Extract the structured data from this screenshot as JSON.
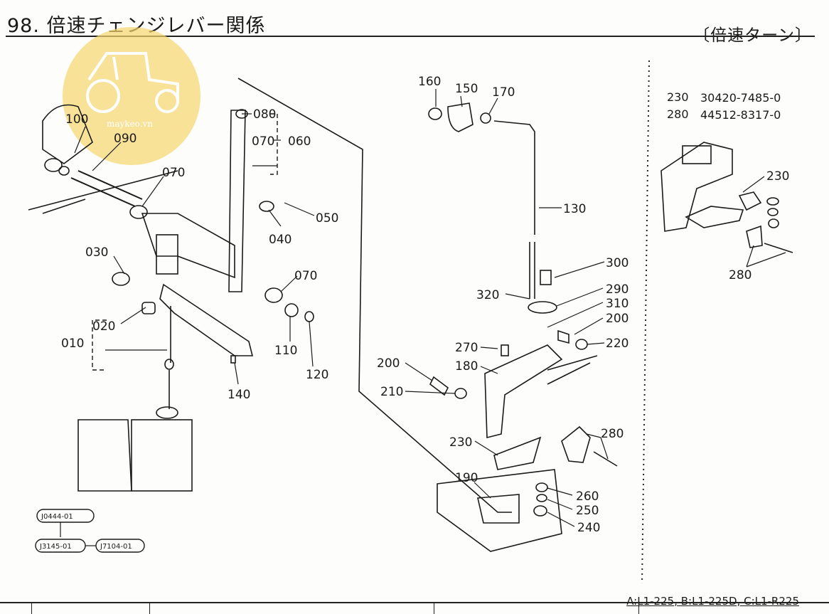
{
  "page": {
    "title": "98. 倍速チェンジレバー関係",
    "subtitle": "〔倍速ターン〕",
    "footnote": "A:L1-225, B:L1-225D, C:L1-R225"
  },
  "watermark": {
    "text": "maykeo.vn",
    "color": "#f5d66b"
  },
  "part_numbers": [
    {
      "ref": "230",
      "number": "30420-7485-0"
    },
    {
      "ref": "280",
      "number": "44512-8317-0"
    }
  ],
  "references": {
    "top": "J0444-01",
    "bottom_left": "J3145-01",
    "bottom_right": "J7104-01"
  },
  "labels": {
    "l100": "100",
    "l090": "090",
    "l070a": "070",
    "l080": "080",
    "l070b": "070",
    "l060": "060",
    "l050": "050",
    "l040": "040",
    "l030": "030",
    "l070c": "070",
    "l020": "020",
    "l010": "010",
    "l110": "110",
    "l120": "120",
    "l140": "140",
    "l160": "160",
    "l150": "150",
    "l170": "170",
    "l130": "130",
    "l300": "300",
    "l320": "320",
    "l290": "290",
    "l310": "310",
    "l200a": "200",
    "l220": "220",
    "l270": "270",
    "l200b": "200",
    "l180": "180",
    "l210": "210",
    "l230": "230",
    "l280": "280",
    "l190": "190",
    "l260": "260",
    "l250": "250",
    "l240": "240",
    "l230r": "230",
    "l280r": "280"
  }
}
